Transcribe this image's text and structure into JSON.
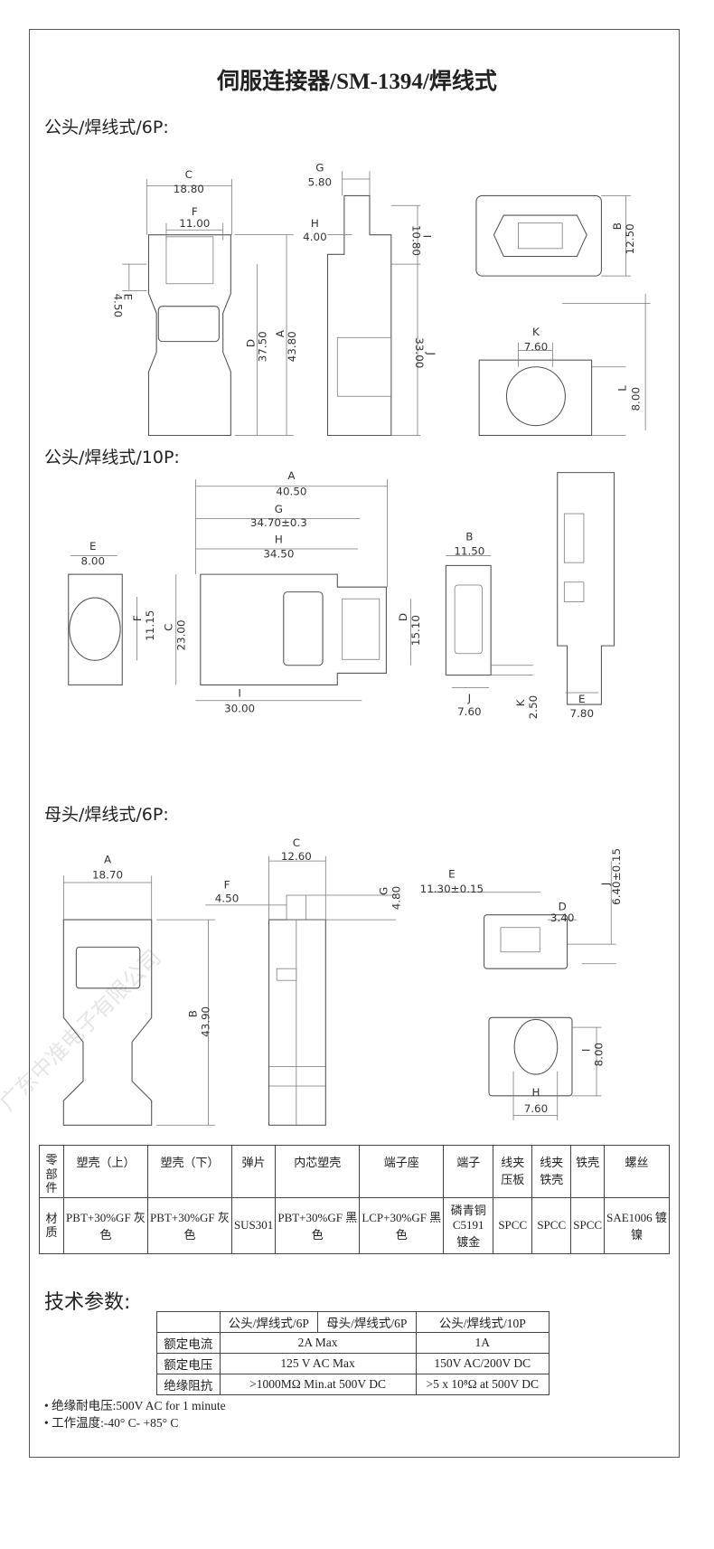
{
  "title": "伺服连接器/SM-1394/焊线式",
  "watermark": "广东中准电子有限公司",
  "sections": {
    "male6p": "公头/焊线式/6P:",
    "male10p": "公头/焊线式/10P:",
    "female6p": "母头/焊线式/6P:"
  },
  "dims": {
    "m6": {
      "C": [
        "C",
        "18.80"
      ],
      "F": [
        "F",
        "11.00"
      ],
      "E": [
        "E",
        "4.50"
      ],
      "D": [
        "D",
        "37.50"
      ],
      "A": [
        "A",
        "43.80"
      ],
      "G": [
        "G",
        "5.80"
      ],
      "H": [
        "H",
        "4.00"
      ],
      "I": [
        "I",
        "10.80"
      ],
      "J": [
        "J",
        "33.00"
      ],
      "B": [
        "B",
        "12.50"
      ],
      "K": [
        "K",
        "7.60"
      ],
      "L": [
        "L",
        "8.00"
      ]
    },
    "m10": {
      "A": [
        "A",
        "40.50"
      ],
      "G": [
        "G",
        "34.70±0.3"
      ],
      "H": [
        "H",
        "34.50"
      ],
      "I": [
        "I",
        "30.00"
      ],
      "C": [
        "C",
        "23.00"
      ],
      "D": [
        "D",
        "15.10"
      ],
      "E": [
        "E",
        "8.00"
      ],
      "F": [
        "F",
        "11.15"
      ],
      "B": [
        "B",
        "11.50"
      ],
      "J": [
        "J",
        "7.60"
      ],
      "K": [
        "K",
        "2.50"
      ],
      "E2": [
        "E",
        "7.80"
      ]
    },
    "f6": {
      "A": [
        "A",
        "18.70"
      ],
      "B": [
        "B",
        "43.90"
      ],
      "C": [
        "C",
        "12.60"
      ],
      "F": [
        "F",
        "4.50"
      ],
      "G": [
        "G",
        "4.80"
      ],
      "E": [
        "E",
        "11.30±0.15"
      ],
      "D": [
        "D",
        "3.40"
      ],
      "J": [
        "J",
        "6.40±0.15"
      ],
      "I": [
        "I",
        "8.00"
      ],
      "H": [
        "H",
        "7.60"
      ]
    }
  },
  "materials": {
    "row1_header": "零部件",
    "row2_header": "材质",
    "parts": [
      "塑壳（上）",
      "塑壳（下）",
      "弹片",
      "内芯塑壳",
      "端子座",
      "端子",
      "线夹压板",
      "线夹铁壳",
      "铁壳",
      "螺丝"
    ],
    "materials": [
      "PBT+30%GF 灰色",
      "PBT+30%GF 灰色",
      "SUS301",
      "PBT+30%GF 黑色",
      "LCP+30%GF 黑色",
      "磷青铜 C5191 镀金",
      "SPCC",
      "SPCC",
      "SPCC",
      "SAE1006 镀镍"
    ]
  },
  "tech": {
    "heading": "技术参数:",
    "columns": [
      "",
      "公头/焊线式/6P",
      "母头/焊线式/6P",
      "公头/焊线式/10P"
    ],
    "rows": [
      {
        "label": "额定电流",
        "v6p": "2A Max",
        "v10p": "1A"
      },
      {
        "label": "额定电压",
        "v6p": "125 V AC Max",
        "v10p": "150V AC/200V DC"
      },
      {
        "label": "绝缘阻抗",
        "v6p": ">1000MΩ Min.at 500V DC",
        "v10p": ">5 x 10⁸Ω at 500V DC"
      }
    ]
  },
  "notes": [
    "• 绝缘耐电压:500V AC for 1 minute",
    "• 工作温度:-40° C- +85° C"
  ]
}
